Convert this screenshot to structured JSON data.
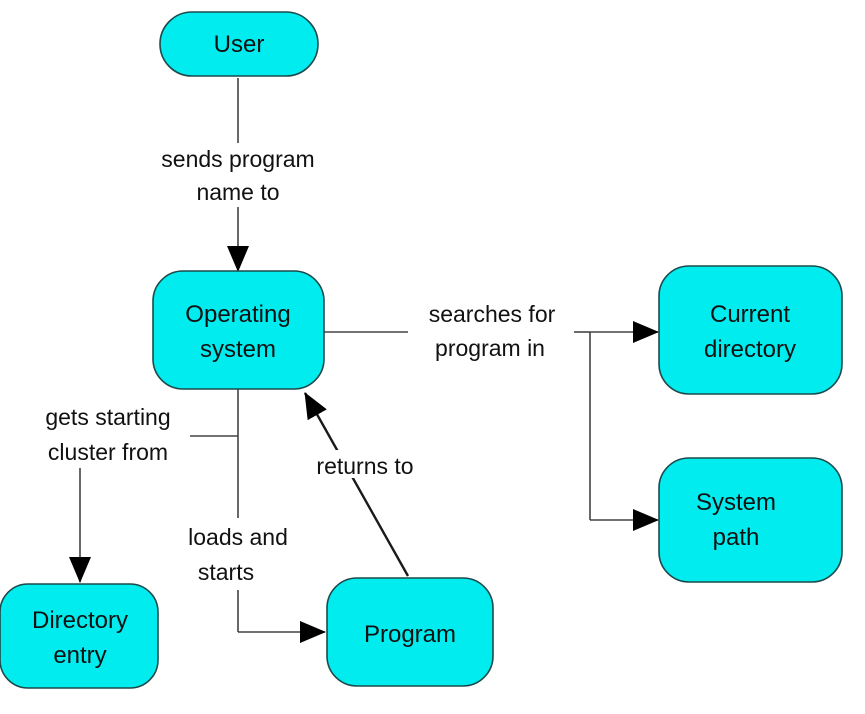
{
  "colors": {
    "node_fill": "#00ecef",
    "node_stroke": "#1c4a4a",
    "edge": "#444444",
    "text": "#111111",
    "background": "#ffffff"
  },
  "nodes": {
    "user": {
      "lines": [
        "User"
      ]
    },
    "operating_system": {
      "lines": [
        "Operating",
        "system"
      ]
    },
    "current_directory": {
      "lines": [
        "Current",
        "directory"
      ]
    },
    "system_path": {
      "lines": [
        "System",
        "path"
      ]
    },
    "directory_entry": {
      "lines": [
        "Directory",
        "entry"
      ]
    },
    "program": {
      "lines": [
        "Program"
      ]
    }
  },
  "edges": {
    "sends": {
      "lines": [
        "sends program",
        "name to"
      ]
    },
    "searches": {
      "lines": [
        "searches for",
        "program in"
      ]
    },
    "gets": {
      "lines": [
        "gets starting",
        "cluster from"
      ]
    },
    "loads": {
      "lines": [
        "loads and",
        "starts"
      ]
    },
    "returns": {
      "lines": [
        "returns to"
      ]
    }
  }
}
